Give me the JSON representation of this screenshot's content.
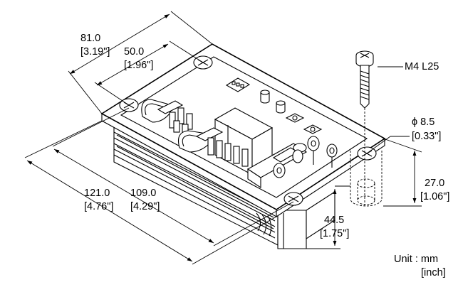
{
  "dimensions": {
    "overall_width": {
      "mm": "81.0",
      "inch": "[3.19\"]"
    },
    "hole_pitch_width": {
      "mm": "50.0",
      "inch": "[1.96\"]"
    },
    "overall_length": {
      "mm": "121.0",
      "inch": "[4.76\"]"
    },
    "hole_pitch_length": {
      "mm": "109.0",
      "inch": "[4.29\"]"
    },
    "height_total": {
      "mm": "44.5",
      "inch": "[1.75\"]"
    },
    "standoff_height": {
      "mm": "27.0",
      "inch": "[1.06\"]"
    },
    "hole_diameter": {
      "mm": "ϕ 8.5",
      "inch": "[0.33\"]"
    }
  },
  "screw_label": "M4 L25",
  "units": {
    "line1": "Unit : mm",
    "line2": "[inch]"
  }
}
